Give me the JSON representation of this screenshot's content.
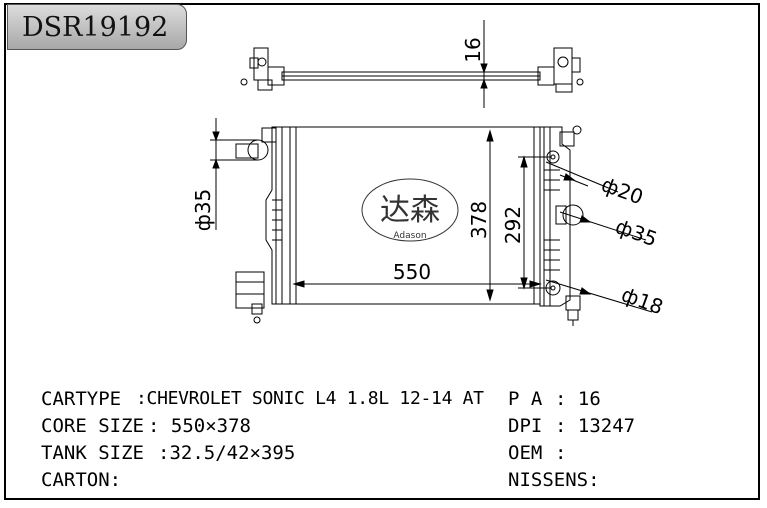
{
  "part_number": "DSR19192",
  "logo": {
    "chinese": "达森",
    "latin": "Adason"
  },
  "dimensions": {
    "thickness": "16",
    "inlet_diameter": "ф35",
    "height_378": "378",
    "height_292": "292",
    "width_550": "550",
    "port_20": "ф20",
    "port_35": "ф35",
    "port_18": "ф18"
  },
  "specs": {
    "cartype_label": "CARTYPE",
    "cartype_value": ":CHEVROLET SONIC L4 1.8L 12-14 AT",
    "core_size_label": "CORE SIZE",
    "core_size_value": ": 550×378",
    "tank_size_label": "TANK SIZE",
    "tank_size_value": ":32.5/42×395",
    "carton_label": "CARTON:",
    "pa_label": "P A",
    "pa_value": ": 16",
    "dpi_label": "DPI",
    "dpi_value": ": 13247",
    "oem_label": "OEM",
    "oem_value": ":",
    "nissens_label": "NISSENS:"
  }
}
